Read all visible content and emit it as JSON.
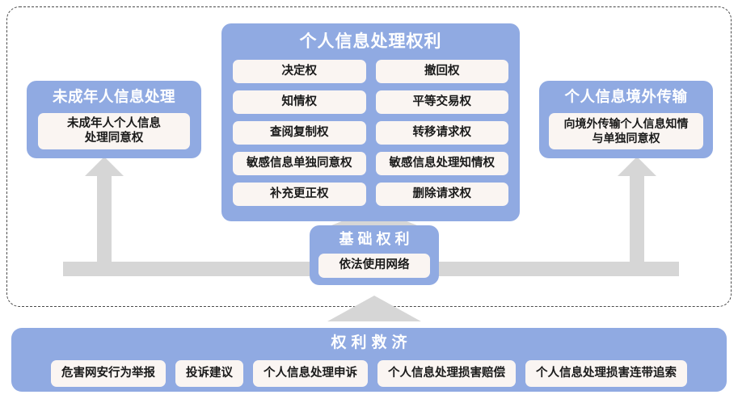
{
  "colors": {
    "panel_blue": "#90aae2",
    "card_cream": "#faf5f2",
    "connector_grey": "#d6d6d6",
    "frame_dash": "#4a4a4a",
    "title_text": "#ffffff",
    "card_text": "#1a1a1a"
  },
  "center_panel": {
    "title": "个人信息处理权利",
    "items": [
      "决定权",
      "撤回权",
      "知情权",
      "平等交易权",
      "查阅复制权",
      "转移请求权",
      "敏感信息单独同意权",
      "敏感信息处理知情权",
      "补充更正权",
      "删除请求权"
    ]
  },
  "left_panel": {
    "title": "未成年人信息处理",
    "card": "未成年人个人信息\n处理同意权"
  },
  "right_panel": {
    "title": "个人信息境外传输",
    "card": "向境外传输个人信息知情\n与单独同意权"
  },
  "base_panel": {
    "title": "基础权利",
    "card": "依法使用网络"
  },
  "relief_panel": {
    "title": "权利救济",
    "items": [
      "危害网安行为举报",
      "投诉建议",
      "个人信息处理申诉",
      "个人信息处理损害赔偿",
      "个人信息处理损害连带追索"
    ]
  }
}
